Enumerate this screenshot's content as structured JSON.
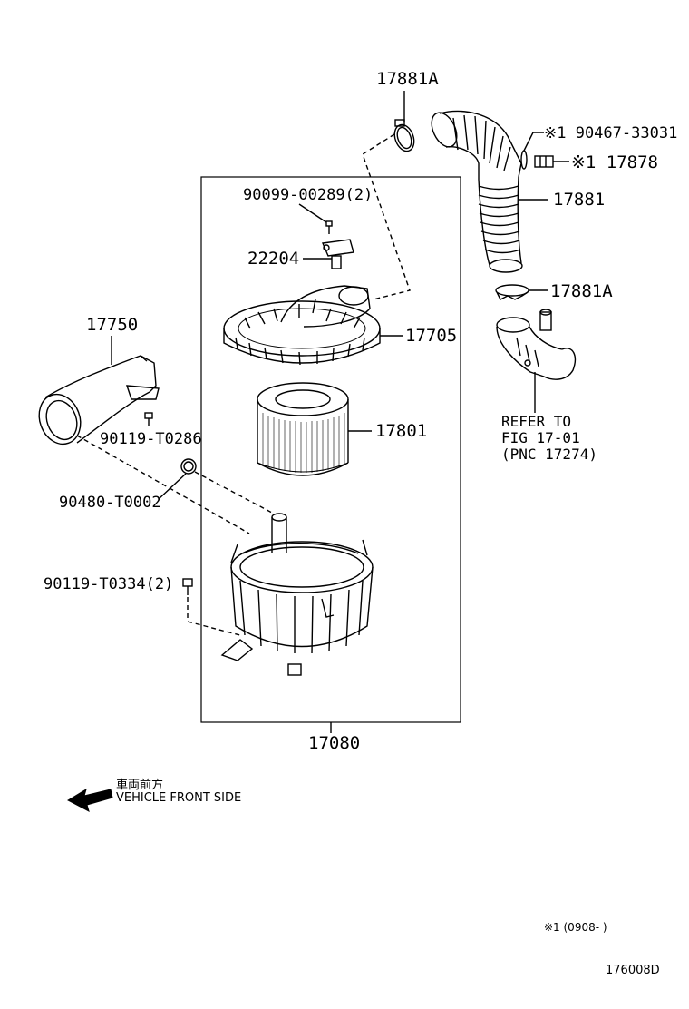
{
  "labels": {
    "p17881A_top": "17881A",
    "p90467": "※1 90467-33031",
    "p17878": "※1 17878",
    "p17881": "17881",
    "p17881A_mid": "17881A",
    "p90099": "90099-00289(2)",
    "p22204": "22204",
    "p17705": "17705",
    "p17750": "17750",
    "p90119_T0286": "90119-T0286",
    "p17801": "17801",
    "p90480": "90480-T0002",
    "p90119_T0334": "90119-T0334(2)",
    "p17080": "17080"
  },
  "refer": {
    "line1": "REFER TO",
    "line2": "FIG 17-01",
    "line3": "(PNC 17274)"
  },
  "direction": {
    "jp": "車両前方",
    "en": "VEHICLE FRONT SIDE"
  },
  "footnote": "※1 (0908-      )",
  "figure_code": "176008D"
}
